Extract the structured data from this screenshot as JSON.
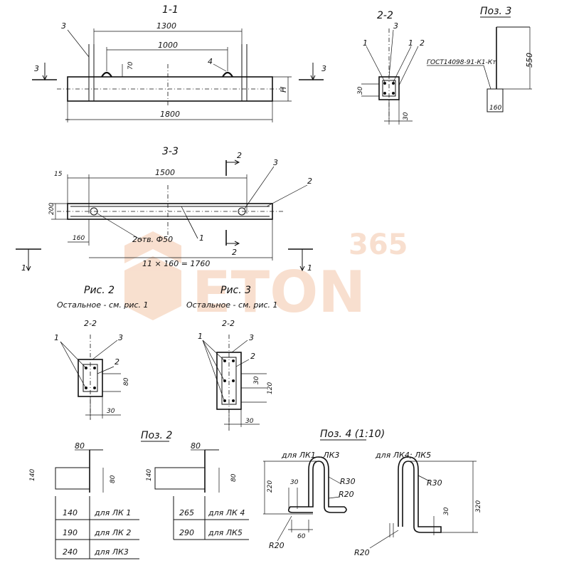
{
  "sections": {
    "s11": "1-1",
    "s22": "2-2",
    "s33": "3-3",
    "poz3": "Поз. 3",
    "ris2": "Рис. 2",
    "ris3": "Рис. 3",
    "ris2_note": "Остальное - см. рис. 1",
    "ris3_note": "Остальное - см. рис. 1",
    "ris2_sec": "2-2",
    "ris3_sec": "2-2",
    "poz2": "Поз. 2",
    "poz4": "Поз. 4 (1:10)",
    "poz4_lk13": "для ЛК1...ЛК3",
    "poz4_lk45": "для ЛК4; ЛК5"
  },
  "dims": {
    "d1300": "1300",
    "d1000": "1000",
    "d70": "70",
    "d1800": "1800",
    "dH": "H",
    "d30a": "30",
    "d30b": "30",
    "d550": "550",
    "d160": "160",
    "gost": "ГОСТ14098-91-К1-Кт",
    "d15": "15",
    "d1500": "1500",
    "d200": "200",
    "d160b": "160",
    "holes": "2отв. Ф50",
    "d11x160": "11 × 160 = 1760",
    "r80": "80",
    "r30": "30",
    "r120": "120",
    "r30c": "30",
    "r30d": "30",
    "p80a": "80",
    "p140a": "140",
    "p80b": "80",
    "p80c": "80",
    "p140b": "140",
    "p80d": "80",
    "d220": "220",
    "d30e": "30",
    "dR30": "R30",
    "dR20": "R20",
    "d60": "60",
    "dR20b": "R20",
    "dR30b": "R30",
    "d320": "320",
    "d30f": "30",
    "dR20c": "R20"
  },
  "leaders": {
    "n1": "1",
    "n2": "2",
    "n3": "3",
    "n4": "4",
    "n33l": "3",
    "n33r": "3",
    "n22_1a": "1",
    "n22_1b": "1",
    "n22_3": "3",
    "n22_2": "2",
    "n33_2top": "2",
    "n33_2bot": "2",
    "n33_3": "3",
    "n33_2r": "2",
    "n33_1": "1",
    "n1left": "1",
    "n1right": "1",
    "r2_1": "1",
    "r2_3": "3",
    "r2_2": "2",
    "r3_1": "1",
    "r3_3": "3",
    "r3_2": "2"
  },
  "poz2_table_a": [
    {
      "len": "140",
      "for": "для ЛК 1"
    },
    {
      "len": "190",
      "for": "для ЛК 2"
    },
    {
      "len": "240",
      "for": "для ЛК3"
    }
  ],
  "poz2_table_b": [
    {
      "len": "265",
      "for": "для ЛК 4"
    },
    {
      "len": "290",
      "for": "для ЛК5"
    }
  ],
  "watermark": {
    "number": "365",
    "word": "ETON",
    "color": "#f3c6a8"
  }
}
